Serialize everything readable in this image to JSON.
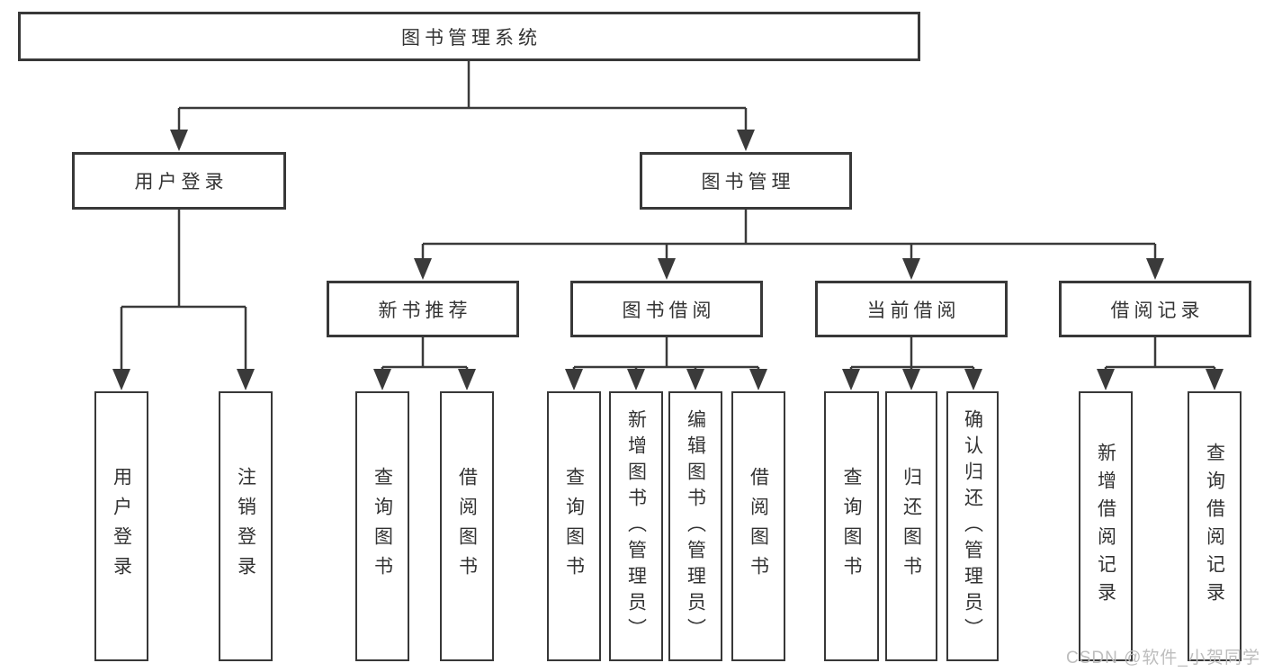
{
  "diagram": {
    "title": "图书管理系统",
    "level2": {
      "user_login": "用户登录",
      "book_management": "图书管理"
    },
    "user_login_children": {
      "login": "用户登录",
      "logout": "注销登录"
    },
    "level3": {
      "new_book_recommend": "新书推荐",
      "book_borrowing": "图书借阅",
      "current_borrowing": "当前借阅",
      "borrowing_records": "借阅记录"
    },
    "new_book_recommend_children": {
      "query_books": "查询图书",
      "borrow_books": "借阅图书"
    },
    "book_borrowing_children": {
      "query_books": "查询图书",
      "add_books_admin": "新增图书（管理员）",
      "edit_books_admin": "编辑图书（管理员）",
      "borrow_books": "借阅图书"
    },
    "current_borrowing_children": {
      "query_books": "查询图书",
      "return_books": "归还图书",
      "confirm_return_admin": "确认归还（管理员）"
    },
    "borrowing_records_children": {
      "add_borrow_record": "新增借阅记录",
      "query_borrow_record": "查询借阅记录"
    }
  },
  "watermark": "CSDN @软件_小贺同学",
  "colors": {
    "line": "#3a3a3a",
    "box_border": "#383838",
    "box_background": "#ffffff",
    "text": "#333333",
    "watermark": "#b9b9b9"
  }
}
